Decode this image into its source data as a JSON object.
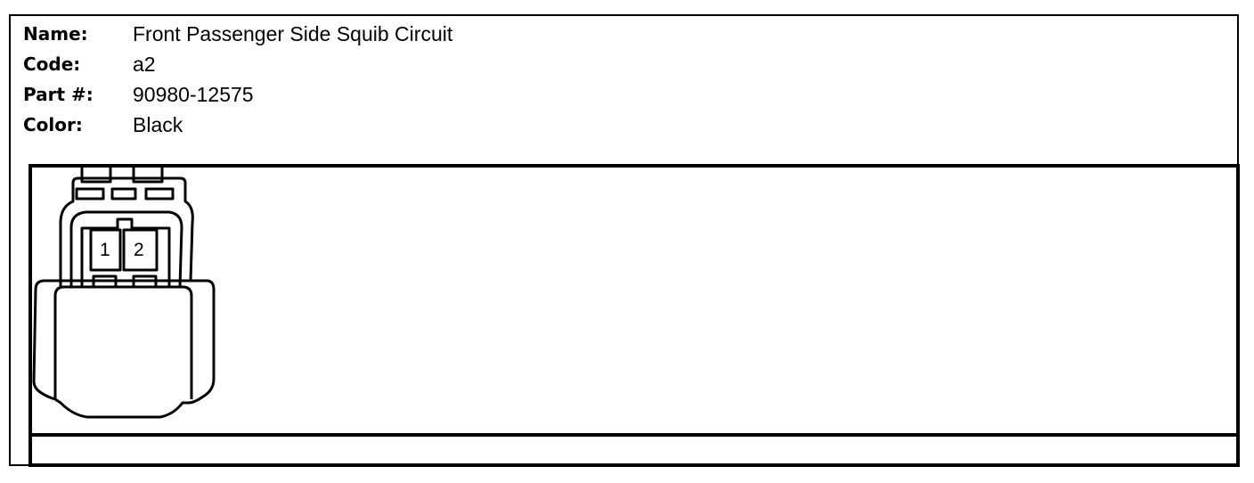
{
  "connector_info": {
    "name_label": "Name:",
    "name_value": "Front Passenger Side Squib Circuit",
    "code_label": "Code:",
    "code_value": "a2",
    "part_label": "Part #:",
    "part_value": "90980-12575",
    "color_label": "Color:",
    "color_value": "Black"
  },
  "connector_diagram": {
    "pins": [
      "1",
      "2"
    ]
  }
}
